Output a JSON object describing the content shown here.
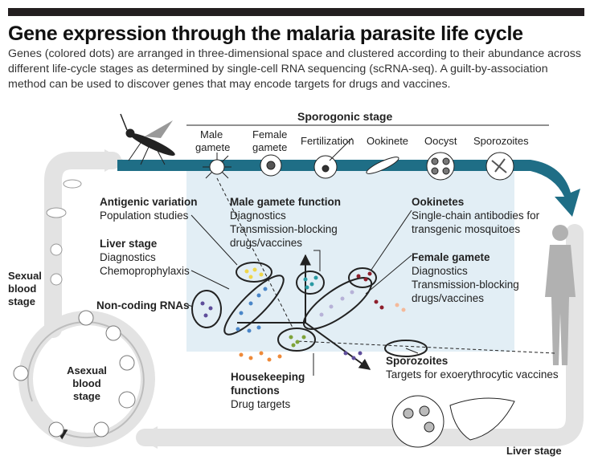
{
  "header": {
    "title": "Gene expression through the malaria parasite life cycle",
    "subtitle": "Genes (colored dots) are arranged in three-dimensional space and clustered according to their abundance across different life-cycle stages as determined by single-cell RNA sequencing (scRNA-seq). A guilt-by-association method can be used to discover genes that may encode targets for drugs and vaccines."
  },
  "sporogonic": {
    "title": "Sporogonic stage",
    "stages": [
      "Male",
      "gamete",
      "Female",
      "gamete",
      "Fertilization",
      "Ookinete",
      "Oocyst",
      "Sporozoites"
    ]
  },
  "stages": {
    "sexual": [
      "Sexual",
      "blood",
      "stage"
    ],
    "asexual": [
      "Asexual",
      "blood",
      "stage"
    ],
    "liver": "Liver stage"
  },
  "annotations": {
    "antigenic": {
      "title": "Antigenic variation",
      "lines": [
        "Population studies"
      ]
    },
    "liver": {
      "title": "Liver stage",
      "lines": [
        "Diagnostics",
        "Chemoprophylaxis"
      ]
    },
    "noncoding": {
      "title": "Non-coding RNAs"
    },
    "male": {
      "title": "Male gamete function",
      "lines": [
        "Diagnostics",
        "Transmission-blocking",
        "drugs/vaccines"
      ]
    },
    "ookinetes": {
      "title": "Ookinetes",
      "lines": [
        "Single-chain antibodies for",
        "transgenic mosquitoes"
      ]
    },
    "female": {
      "title": "Female gamete",
      "lines": [
        "Diagnostics",
        "Transmission-blocking",
        "drugs/vaccines"
      ]
    },
    "sporozoites": {
      "title": "Sporozoites",
      "lines": [
        "Targets for exoerythrocytic vaccines"
      ]
    },
    "housekeeping": {
      "title": [
        "Housekeeping",
        "functions"
      ],
      "lines": [
        "Drug targets"
      ]
    }
  },
  "colors": {
    "mosquito_band": "#1f6e86",
    "panel": "#e2eef5",
    "cycle_arrow": "#e3e3e3",
    "blue": "#4a86c8",
    "teal": "#2a9aa3",
    "yellow": "#f0d64a",
    "green": "#7ea33a",
    "orange": "#ee8a3a",
    "dark_red": "#8e1f2c",
    "lavender": "#b7b2d8",
    "purple": "#5e4d9a",
    "peach": "#f4b99a"
  }
}
